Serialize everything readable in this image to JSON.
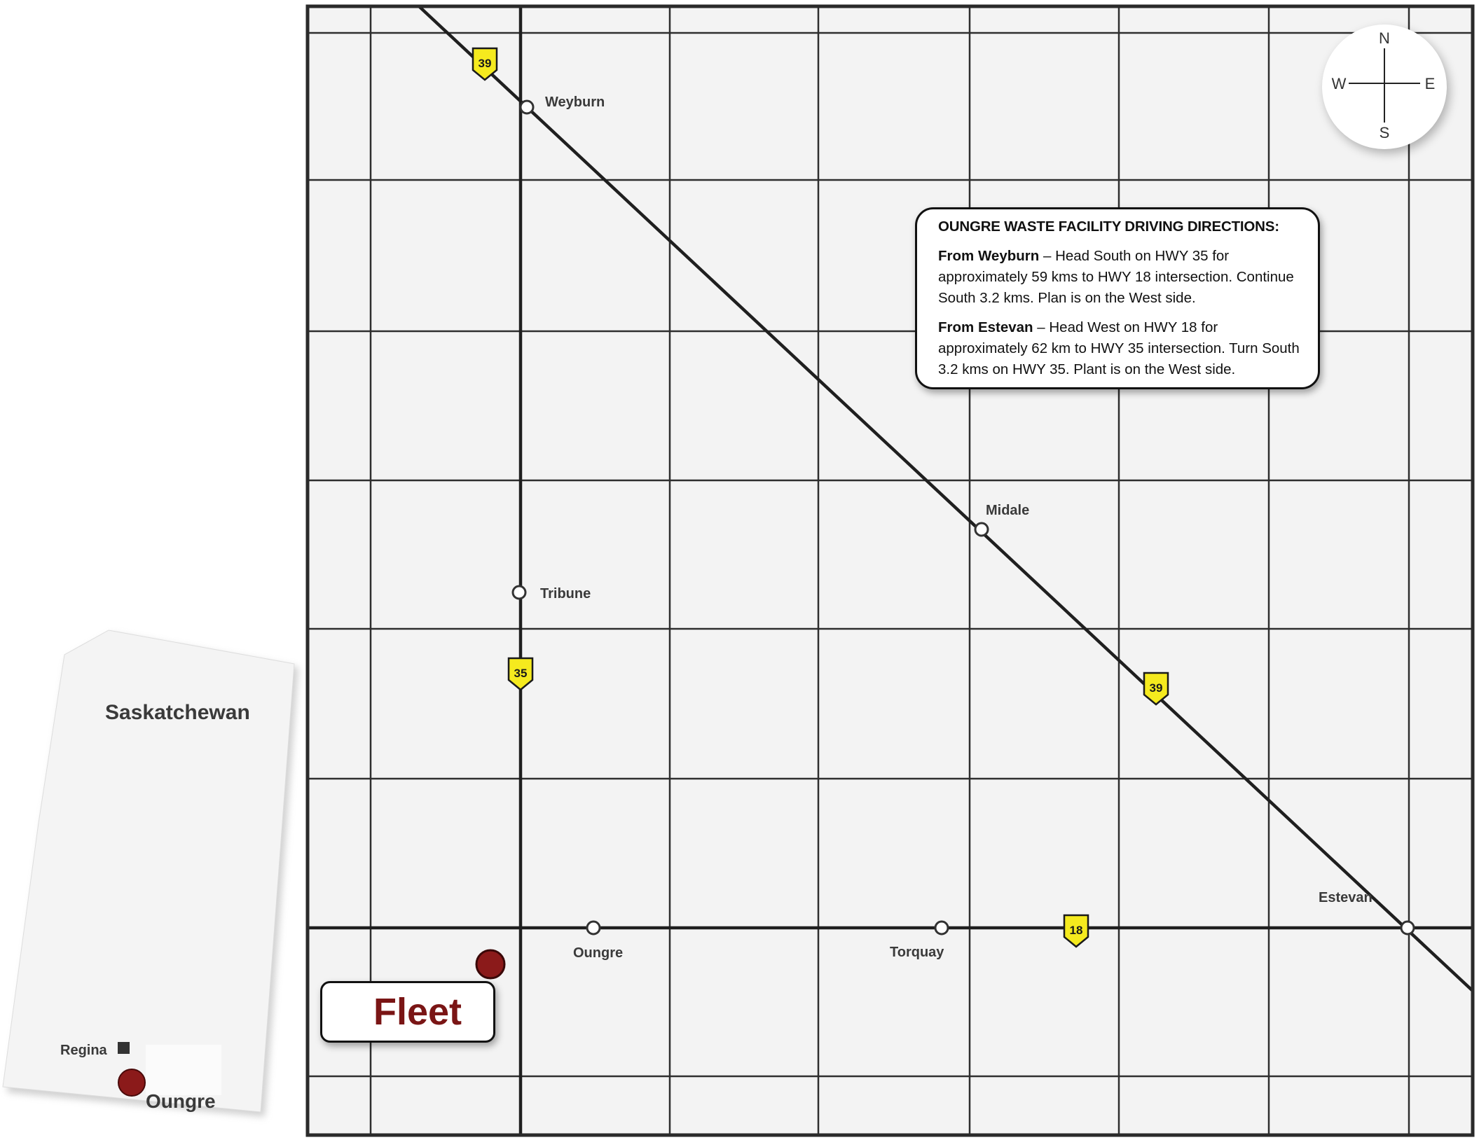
{
  "inset": {
    "province_label": "Saskatchewan",
    "capital_label": "Regina",
    "site_label": "Oungre"
  },
  "map": {
    "highway_shields": [
      "39",
      "35",
      "39",
      "18"
    ],
    "towns": [
      "Weyburn",
      "Tribune",
      "Midale",
      "Oungre",
      "Torquay",
      "Estevan"
    ]
  },
  "compass": {
    "n": "N",
    "s": "S",
    "e": "E",
    "w": "W"
  },
  "directions": {
    "title": "OUNGRE WASTE FACILITY DRIVING DIRECTIONS:",
    "paragraphs": [
      {
        "from": "From Weyburn",
        "text": " – Head South on HWY 35 for approximately 59 kms to HWY 18 intersection. Continue South 3.2 kms. Plan is on the West side."
      },
      {
        "from": "From Estevan",
        "text": " – Head West on HWY 18 for approximately 62 km to HWY 35 intersection. Turn South 3.2 kms on HWY 35. Plant is on the West side."
      }
    ]
  },
  "fleet_label": "Fleet",
  "colors": {
    "marker": "#8b1a1a",
    "shield": "#f5ea1e",
    "fleet_text": "#7a1515"
  }
}
